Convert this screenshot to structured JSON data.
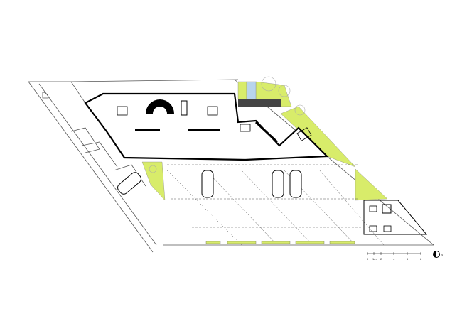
{
  "plan": {
    "colors": {
      "green": "#d8ec6a",
      "water": "#b8d4ec",
      "line": "#222222",
      "wall": "#000000"
    },
    "scale_bar": {
      "labels": [
        "0",
        "1m",
        "2",
        "4",
        "6",
        "8"
      ]
    },
    "north_arrow": {
      "label": "N"
    },
    "cars": 4,
    "tables": 5
  }
}
